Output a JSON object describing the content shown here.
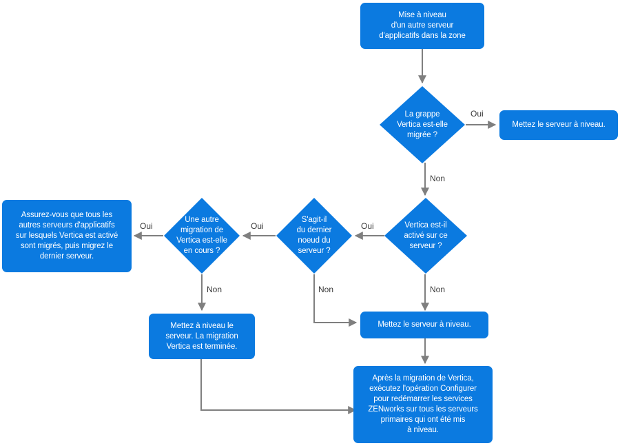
{
  "diagram": {
    "title": "Mise à niveau d'un autre serveur d'applicatifs dans la zone",
    "colors": {
      "node_fill": "#0b7ae0",
      "node_text": "#ffffff",
      "connector": "#7f7f7f",
      "label_text": "#3a3a3a",
      "background": "#ffffff"
    },
    "nodes": {
      "start": {
        "type": "process",
        "label": "Mise à niveau\nd'un autre serveur\nd'applicatifs dans la zone"
      },
      "decision_cluster_migrated": {
        "type": "decision",
        "label": "La grappe\nVertica est-elle\nmigrée ?"
      },
      "upgrade_server_top": {
        "type": "process",
        "label": "Mettez le serveur à niveau."
      },
      "decision_vertica_enabled": {
        "type": "decision",
        "label": "Vertica est-il\nactivé sur ce\nserveur ?"
      },
      "decision_last_node": {
        "type": "decision",
        "label": "S'agit-il\ndu dernier\nnoeud du\nserveur ?"
      },
      "decision_other_migration": {
        "type": "decision",
        "label": "Une autre\nmigration de\nVertica est-elle\nen cours ?"
      },
      "ensure_all_migrated": {
        "type": "process",
        "label": "Assurez-vous que tous les\nautres serveurs d'applicatifs\nsur lesquels Vertica est activé\nsont migrés, puis migrez le\ndernier serveur."
      },
      "upgrade_server_migration_done": {
        "type": "process",
        "label": "Mettez à niveau le\nserveur. La migration\nVertica est terminée."
      },
      "upgrade_server_middle": {
        "type": "process",
        "label": "Mettez le serveur à niveau."
      },
      "post_migration_configure": {
        "type": "process",
        "label": "Après la migration de Vertica,\nexécutez l'opération Configurer\npour redémarrer les services\nZENworks sur tous les serveurs\nprimaires qui ont été mis\nà niveau."
      }
    },
    "edge_labels": {
      "cluster_yes": "Oui",
      "cluster_no": "Non",
      "vertica_yes": "Oui",
      "vertica_no": "Non",
      "last_node_yes": "Oui",
      "last_node_no": "Non",
      "other_migration_yes": "Oui",
      "other_migration_no": "Non"
    }
  }
}
